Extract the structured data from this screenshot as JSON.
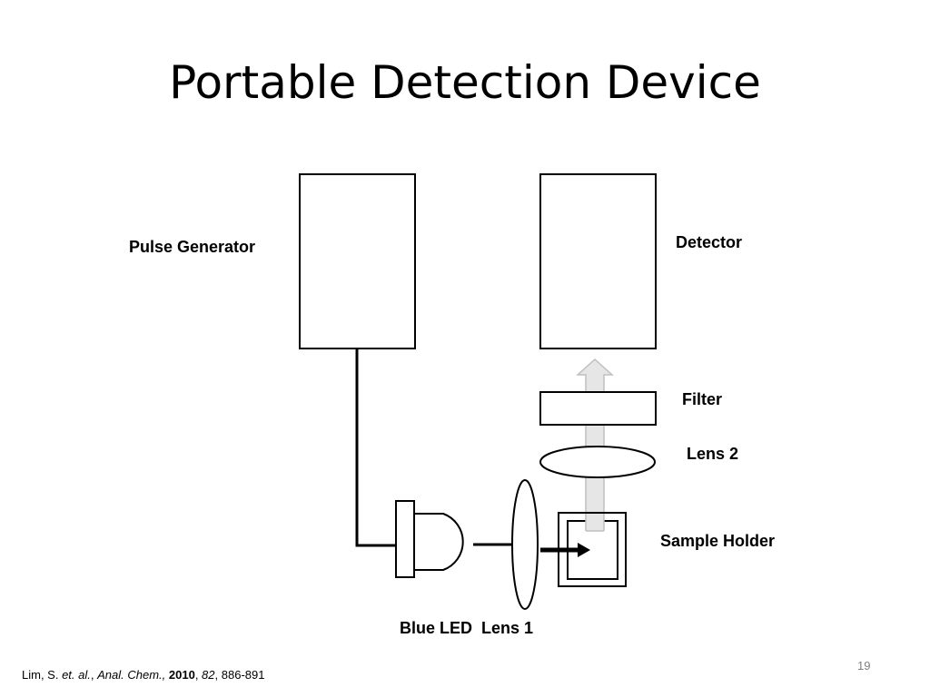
{
  "slide": {
    "title": "Portable Detection Device",
    "page_number": "19"
  },
  "labels": {
    "pulse_generator": "Pulse Generator",
    "detector": "Detector",
    "filter": "Filter",
    "lens2": "Lens 2",
    "sample_holder": "Sample Holder",
    "blue_led_lens1": "Blue LED  Lens 1"
  },
  "citation": {
    "authors": "Lim, S. ",
    "etal": "et. al.",
    "sep1": ", ",
    "journal": "Anal. Chem.,",
    "sep2": " ",
    "year": "2010",
    "sep3": ", ",
    "volume": "82",
    "sep4": ", ",
    "pages": "886-891"
  },
  "colors": {
    "light_arrow": "#e6e6e6",
    "light_arrow_stroke": "#bfbfbf",
    "line": "#000000"
  }
}
